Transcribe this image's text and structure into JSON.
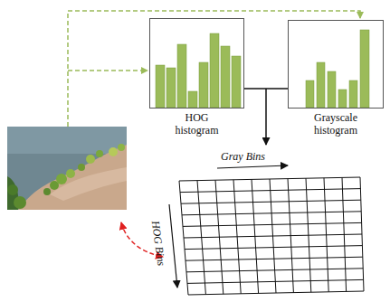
{
  "diagram": {
    "nodes": [
      {
        "text": [
          "HOG histogram"
        ]
      },
      {
        "text": [
          "Grayscale histogram"
        ]
      }
    ],
    "edges": [
      {
        "from": 0,
        "to": 1,
        "arrow": "none"
      }
    ],
    "labels": [
      "Gray Bins",
      "HOG Bins"
    ]
  }
}
